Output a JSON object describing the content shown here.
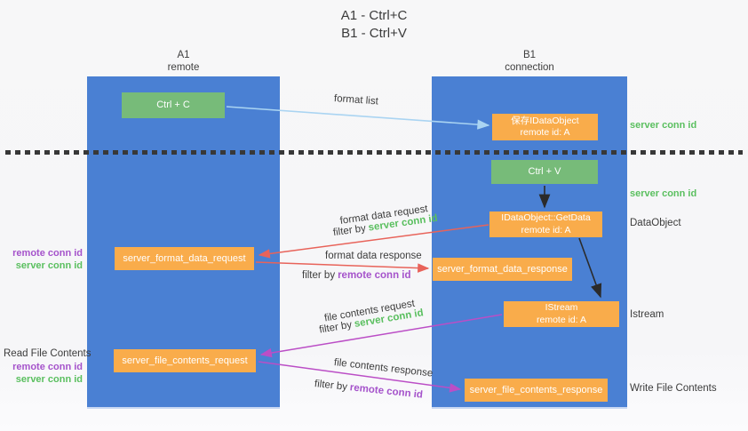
{
  "title": {
    "line1": "A1 - Ctrl+C",
    "line2": "B1 - Ctrl+V"
  },
  "columns": {
    "a": {
      "name": "A1",
      "subtitle": "remote"
    },
    "b": {
      "name": "B1",
      "subtitle": "connection"
    }
  },
  "nodes": {
    "ctrl_c": {
      "label": "Ctrl + C"
    },
    "ctrl_v": {
      "label": "Ctrl + V"
    },
    "save_idataobject": {
      "line1": "保存IDataObject",
      "line2": "remote id: A"
    },
    "getdata": {
      "line1": "IDataObject::GetData",
      "line2": "remote id: A"
    },
    "istream": {
      "line1": "IStream",
      "line2": "remote id: A"
    },
    "format_request": {
      "label": "server_format_data_request"
    },
    "format_response": {
      "label": "server_format_data_response"
    },
    "file_request": {
      "label": "server_file_contents_request"
    },
    "file_response": {
      "label": "server_file_contents_response"
    }
  },
  "arrow_labels": {
    "format_list": "format list",
    "format_data_request": "format data request",
    "format_data_response": "format data response",
    "file_contents_request": "file contents request",
    "file_contents_response": "file contents response",
    "filter_by": "filter by",
    "server_conn_id": "server conn id",
    "remote_conn_id": "remote conn id"
  },
  "side_labels": {
    "left_format_remote": "remote conn id",
    "left_format_server": "server conn id",
    "read_file_contents": "Read File Contents",
    "left_file_remote": "remote conn id",
    "left_file_server": "server conn id",
    "right_server_conn_top": "server conn id",
    "right_server_conn_mid": "server conn id",
    "dataobject": "DataObject",
    "istream": "Istream",
    "write_file_contents": "Write File Contents"
  },
  "colors": {
    "column_blue": "#4a80d3",
    "node_green": "#77bb79",
    "node_orange": "#f9ac4b",
    "arrow_light_blue": "#aad4f2",
    "arrow_red": "#e8635a",
    "arrow_magenta": "#bb4ec6",
    "arrow_black": "#2b2b2b",
    "text_green": "#5abf5f",
    "text_purple": "#a553cb",
    "text_dark": "#3d3d3d"
  }
}
